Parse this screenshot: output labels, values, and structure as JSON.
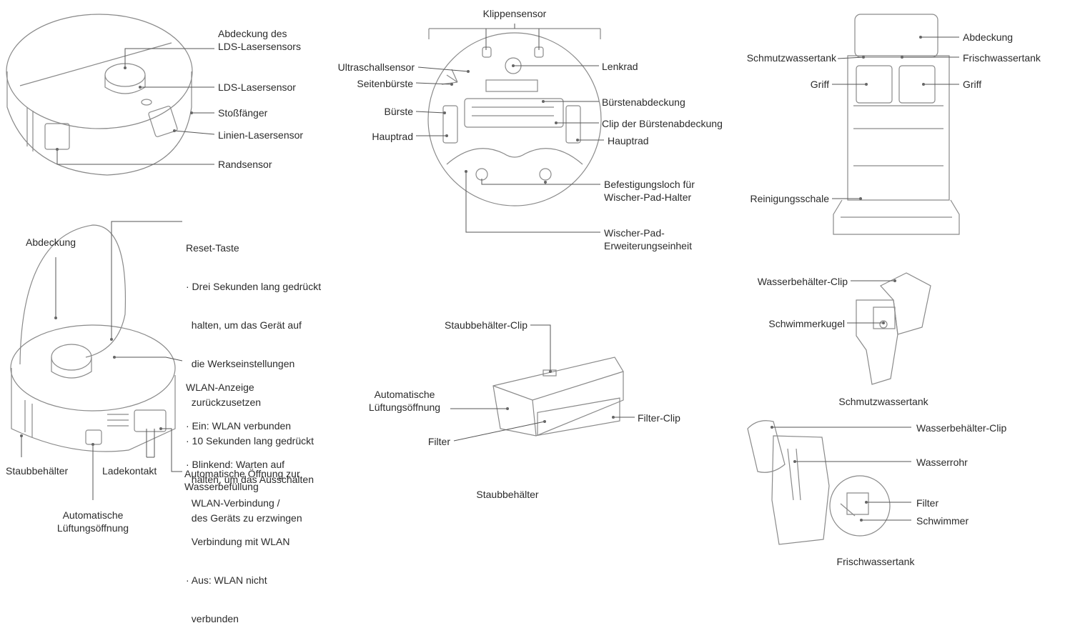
{
  "robot_top": {
    "ldsCover": [
      "Abdeckung des",
      "LDS-Lasersensors"
    ],
    "ldsSensor": "LDS-Lasersensor",
    "bumper": "Stoßfänger",
    "lineLaser": "Linien-Lasersensor",
    "edgeSensor": "Randsensor"
  },
  "robot_bottom": {
    "cliff": "Klippensensor",
    "ultrasonic": "Ultraschallsensor",
    "sideBrush": "Seitenbürste",
    "brush": "Bürste",
    "mainWheelLeft": "Hauptrad",
    "steering": "Lenkrad",
    "brushCover": "Bürstenabdeckung",
    "brushCoverClip": "Clip der Bürstenabdeckung",
    "mainWheelRight": "Hauptrad",
    "mopHole": [
      "Befestigungsloch für",
      "Wischer-Pad-Halter"
    ],
    "mopUnit": [
      "Wischer-Pad-",
      "Erweiterungseinheit"
    ]
  },
  "station": {
    "cover": "Abdeckung",
    "dirtyTank": "Schmutzwassertank",
    "freshTank": "Frischwassertank",
    "handleLeft": "Griff",
    "handleRight": "Griff",
    "tray": "Reinigungsschale"
  },
  "robot_open": {
    "cover": "Abdeckung",
    "reset": [
      "Reset-Taste",
      "· Drei Sekunden lang gedrückt",
      "  halten, um das Gerät auf",
      "  die Werkseinstellungen",
      "  zurückzusetzen",
      "· 10 Sekunden lang gedrückt",
      "  halten, um das Ausschalten",
      "  des Geräts zu erzwingen"
    ],
    "wifi": [
      "WLAN-Anzeige",
      "· Ein: WLAN verbunden",
      "· Blinkend: Warten auf",
      "  WLAN-Verbindung /",
      "  Verbindung mit WLAN",
      "· Aus: WLAN nicht",
      "  verbunden"
    ],
    "dustbin": "Staubbehälter",
    "chargeContact": "Ladekontakt",
    "autoFill": [
      "Automatische Öffnung zur",
      "Wasserbefüllung"
    ],
    "vent": [
      "Automatische",
      "Lüftungsöffnung"
    ]
  },
  "dustbin": {
    "clip": "Staubbehälter-Clip",
    "vent": [
      "Automatische",
      "Lüftungsöffnung"
    ],
    "filter": "Filter",
    "filterClip": "Filter-Clip",
    "caption": "Staubbehälter"
  },
  "dirty_tank": {
    "clip": "Wasserbehälter-Clip",
    "float": "Schwimmerkugel",
    "caption": "Schmutzwassertank"
  },
  "fresh_tank": {
    "clip": "Wasserbehälter-Clip",
    "pipe": "Wasserrohr",
    "filter": "Filter",
    "float": "Schwimmer",
    "caption": "Frischwassertank"
  }
}
